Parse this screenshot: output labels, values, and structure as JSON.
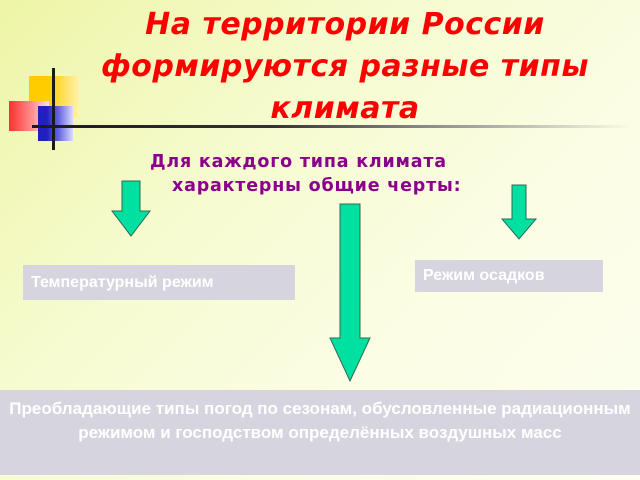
{
  "slide": {
    "title": "На территории России формируются разные типы климата",
    "subtitle": {
      "line1": "Для каждого типа климата",
      "line2": "характерны общие черты:"
    },
    "boxes": {
      "temperature": "Температурный режим",
      "precipitation": "Режим осадков",
      "weather": "Преобладающие типы погод по сезонам, обусловленные радиационным режимом и господством определённых воздушных масс"
    },
    "colors": {
      "title": "#ff0000",
      "subtitle": "#8b008b",
      "arrow_fill": "#00e0a0",
      "box_bg": "#d6d4df",
      "box_text": "#ffffff"
    },
    "icons": [
      "down-arrow-icon",
      "down-arrow-icon",
      "down-arrow-icon",
      "decorative-squares-icon"
    ]
  }
}
